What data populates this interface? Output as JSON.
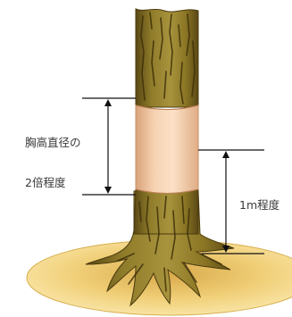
{
  "labels": {
    "wrap_height_line1": "胸高直径の",
    "wrap_height_line2": "2倍程度",
    "wrap_ground_height": "1m程度"
  },
  "colors": {
    "bark_light": "#9c8a32",
    "bark_mid": "#7d6a1f",
    "bark_dark": "#4f3f10",
    "wrap_band": "#f2c7a2",
    "ground": "#f0d27a",
    "ground_edge": "#d3a941",
    "dimension_line": "#111111"
  }
}
